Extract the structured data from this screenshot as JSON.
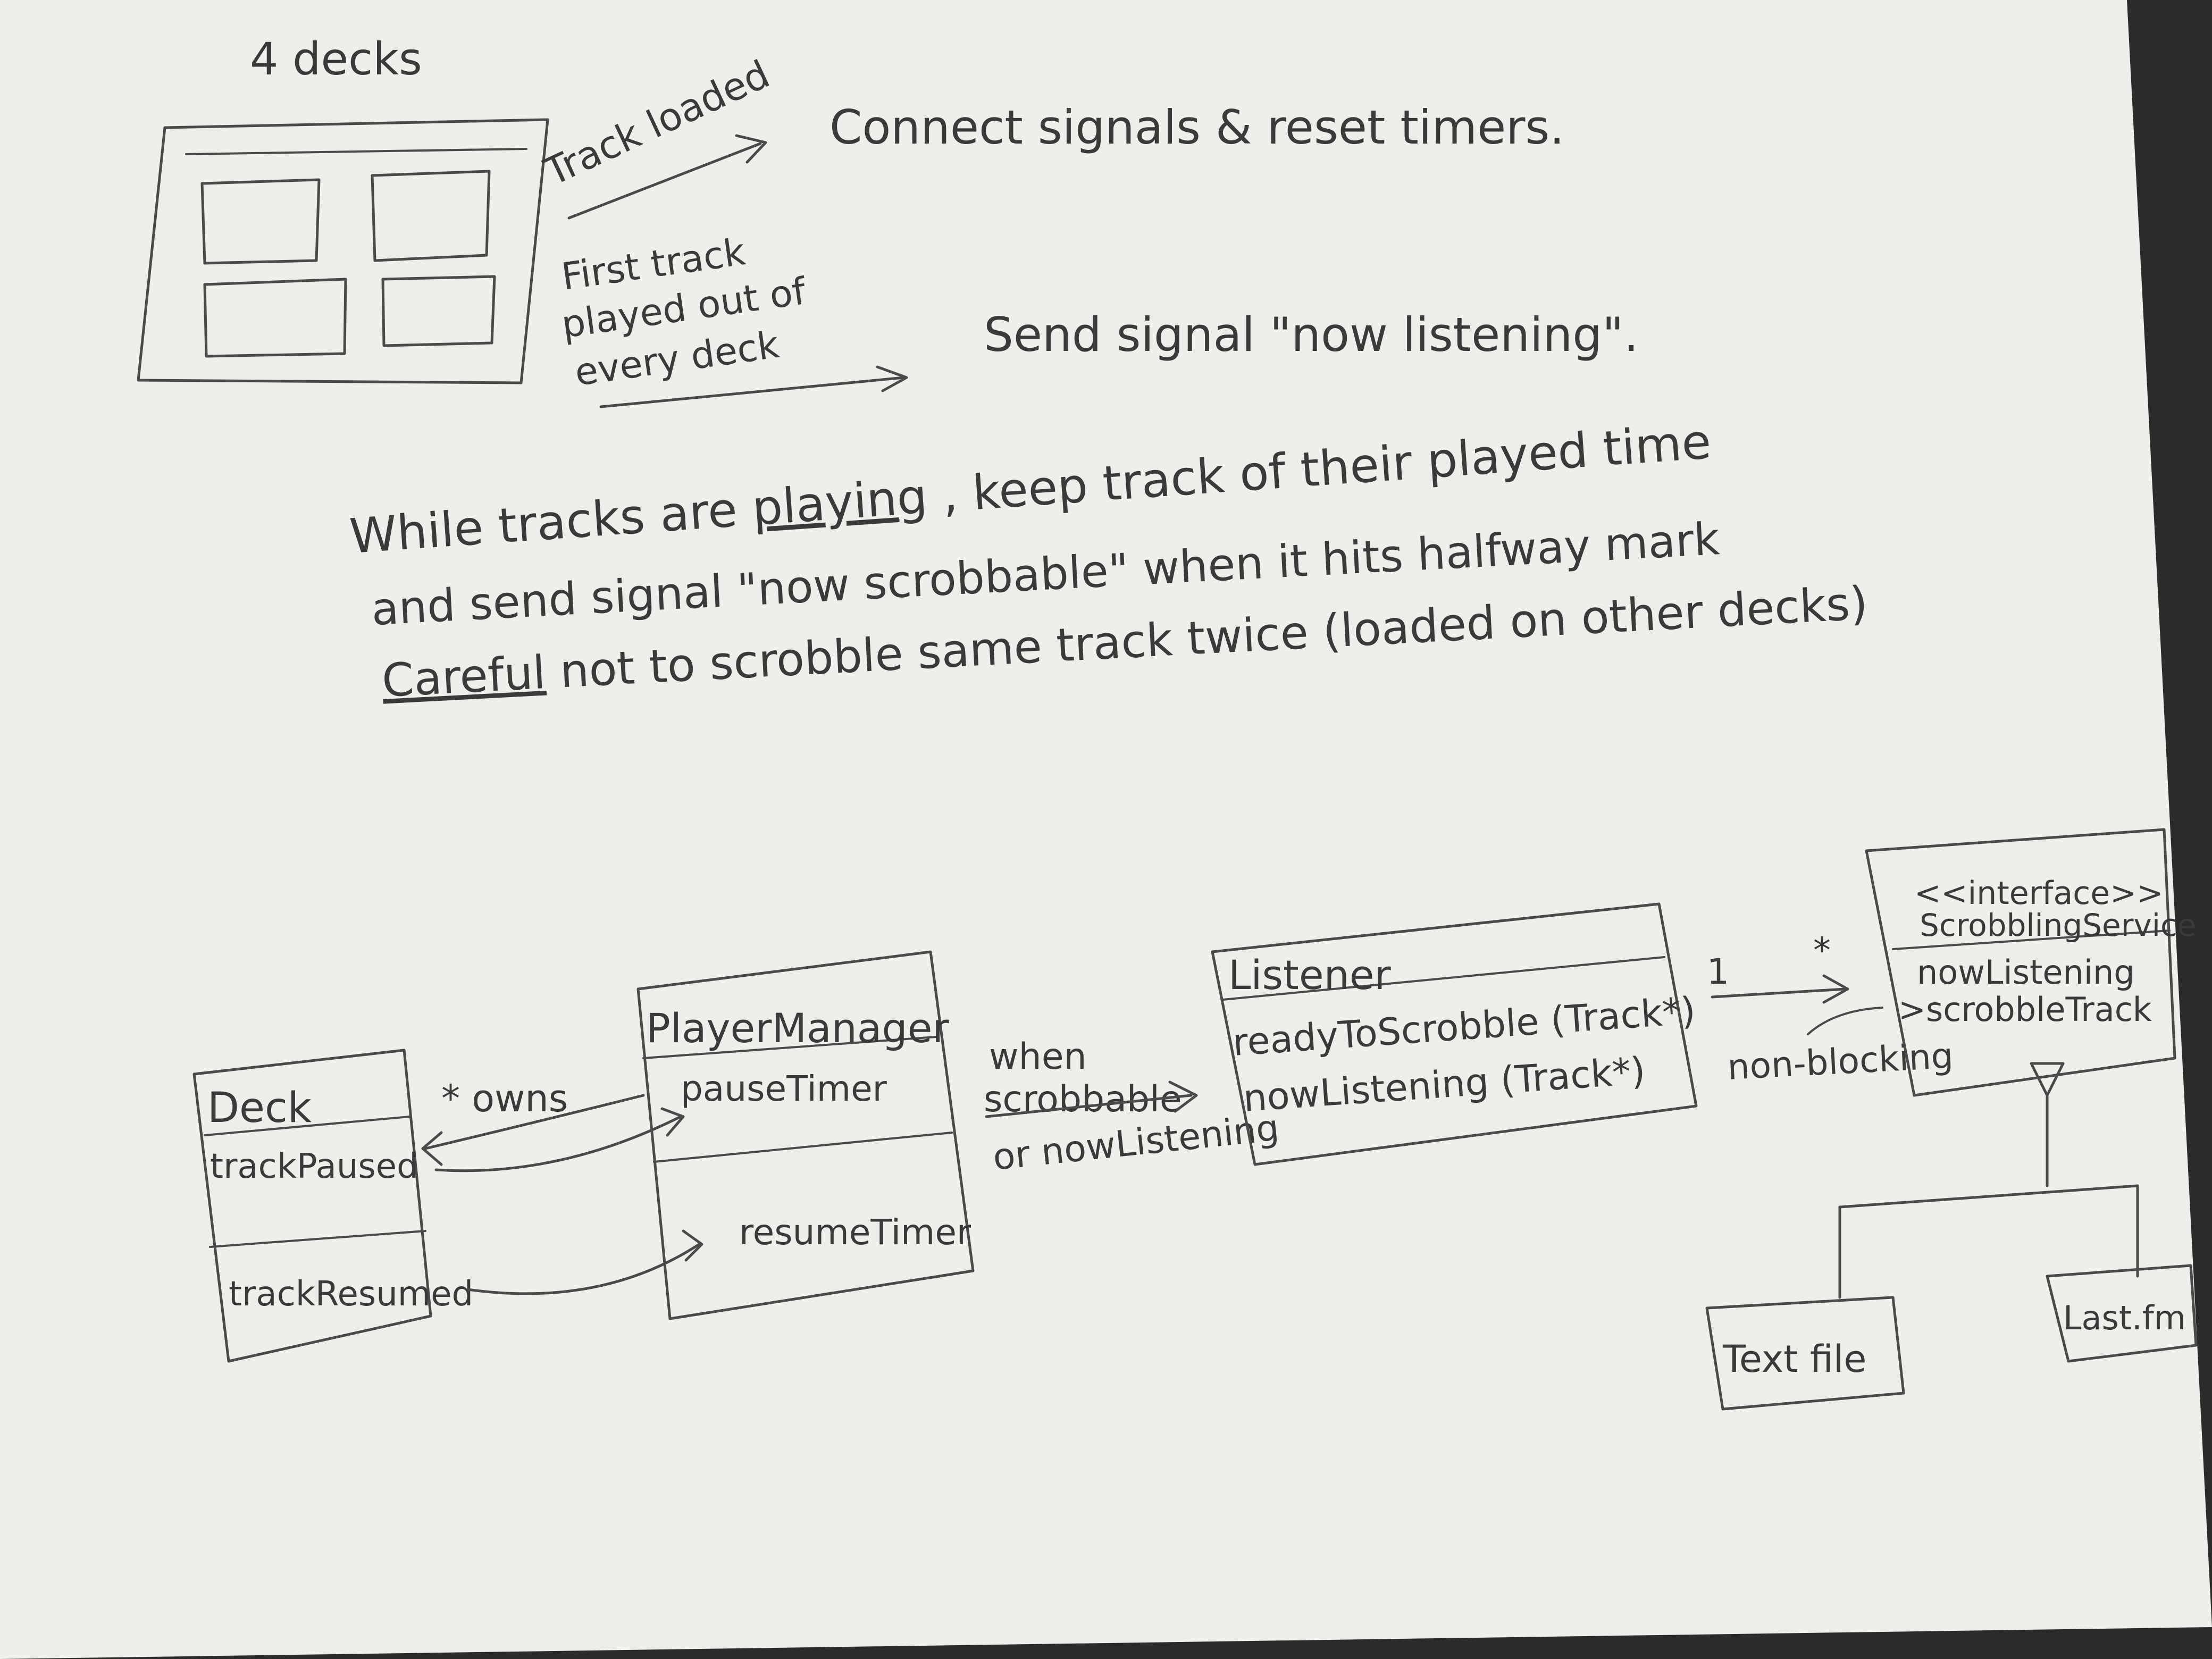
{
  "sketch": {
    "title": "4 decks",
    "flow": [
      {
        "trigger": "Track loaded",
        "action": "Connect signals & reset timers."
      },
      {
        "trigger_lines": [
          "First track",
          "played out of",
          "every deck"
        ],
        "action": "Send signal \"now listening\"."
      }
    ],
    "notes": {
      "line1_pre": "While tracks are",
      "line1_underlined": "playing",
      "line1_post": ", keep track of their played time",
      "line2": "and send signal \"now scrobbable\" when it hits halfway mark",
      "line3_underlined": "Careful",
      "line3_post": "not to scrobble same track twice (loaded on other decks)"
    }
  },
  "uml": {
    "deck": {
      "name": "Deck",
      "signal1": "trackPaused",
      "signal2": "trackResumed"
    },
    "owns_label": "* owns",
    "player_manager": {
      "name": "PlayerManager",
      "slot1": "pauseTimer",
      "slot2": "resumeTimer"
    },
    "when_label": [
      "when",
      "scrobbable",
      "or nowListening"
    ],
    "listener": {
      "name": "Listener",
      "method1": "readyToScrobble (Track*)",
      "method2": "nowListening (Track*)"
    },
    "multiplicity_left": "1",
    "multiplicity_right": "*",
    "non_blocking": "non-blocking",
    "service": {
      "stereotype": "<<interface>>",
      "name": "ScrobblingService",
      "method1": "nowListening",
      "method2": ">scrobbleTrack"
    },
    "impl1": "Text file",
    "impl2": "Last.fm"
  },
  "colors": {
    "paper": "#efeeea",
    "ink": "#3a3a3a",
    "background": "#2b2b2b"
  }
}
